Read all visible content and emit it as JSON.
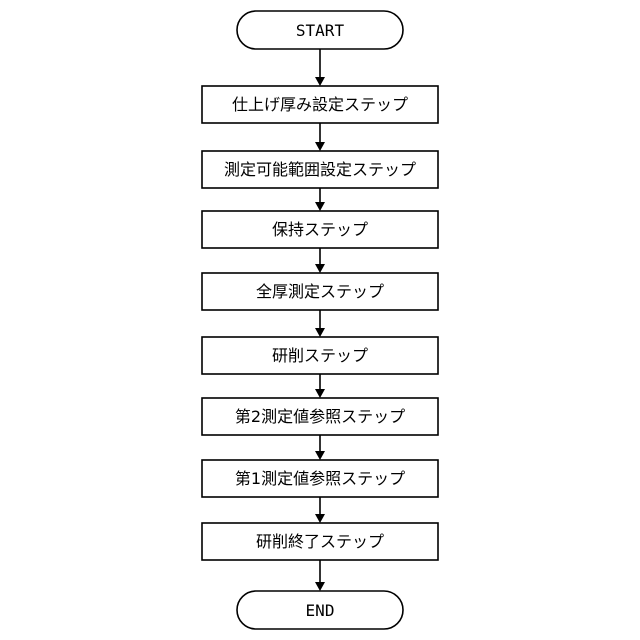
{
  "flowchart": {
    "start": "START",
    "end": "END",
    "steps": [
      "仕上げ厚み設定ステップ",
      "測定可能範囲設定ステップ",
      "保持ステップ",
      "全厚測定ステップ",
      "研削ステップ",
      "第2測定値参照ステップ",
      "第1測定値参照ステップ",
      "研削終了ステップ"
    ]
  }
}
